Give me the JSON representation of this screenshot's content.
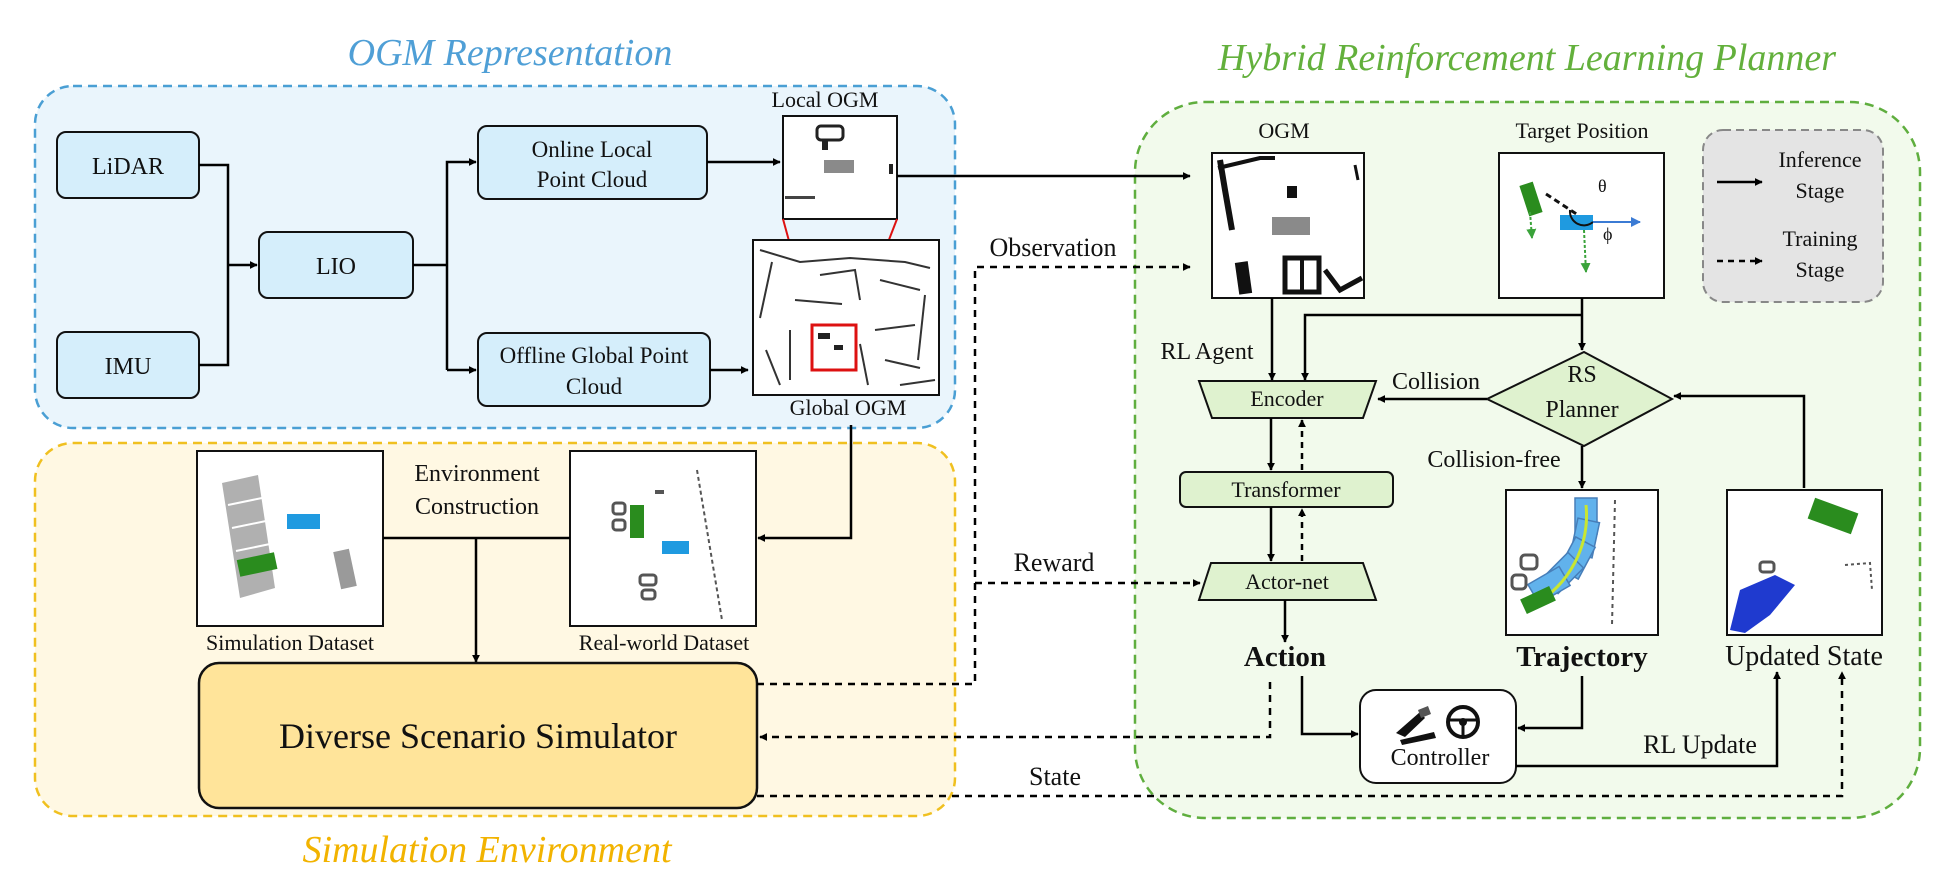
{
  "colors": {
    "ogm_border": "#4a9fd4",
    "ogm_fill": "#eaf5fc",
    "ogm_title": "#4f9fd6",
    "sim_border": "#f0c020",
    "sim_fill": "#fff8e3",
    "sim_title": "#f2b300",
    "rl_border": "#5fae3e",
    "rl_fill": "#f2faec",
    "rl_title": "#63b03c",
    "blue_box": "#d5eefb",
    "green_box": "#dff2cf",
    "simulator_box": "#ffe49a",
    "red_label": "#d8334a",
    "legend_fill": "#e4e4e4"
  },
  "ogm_section": {
    "title": "OGM Representation",
    "nodes": {
      "lidar": "LiDAR",
      "imu": "IMU",
      "lio": "LIO",
      "online_local_line1": "Online Local",
      "online_local_line2": "Point Cloud",
      "offline_global_line1": "Offline Global Point",
      "offline_global_line2": "Cloud"
    },
    "local_ogm_label": "Local OGM",
    "global_ogm_label": "Global OGM"
  },
  "sim_section": {
    "title": "Simulation Environment",
    "env_construction_line1": "Environment",
    "env_construction_line2": "Construction",
    "simulation_dataset": "Simulation Dataset",
    "realworld_dataset": "Real-world Dataset",
    "simulator": "Diverse Scenario Simulator"
  },
  "rl_section": {
    "title": "Hybrid Reinforcement Learning Planner",
    "ogm_label": "OGM",
    "target_position": "Target Position",
    "theta": "θ",
    "phi": "ϕ",
    "rl_agent": "RL Agent",
    "encoder": "Encoder",
    "transformer": "Transformer",
    "actor_net": "Actor-net",
    "rs_planner_line1": "RS",
    "rs_planner_line2": "Planner",
    "collision": "Collision",
    "collision_free": "Collision-free",
    "action": "Action",
    "trajectory": "Trajectory",
    "updated_state": "Updated State",
    "controller": "Controller",
    "rl_update": "RL Update"
  },
  "edge_labels": {
    "observation": "Observation",
    "reward": "Reward",
    "state": "State"
  },
  "legend": {
    "inference_line1": "Inference",
    "inference_line2": "Stage",
    "training_line1": "Training",
    "training_line2": "Stage"
  }
}
